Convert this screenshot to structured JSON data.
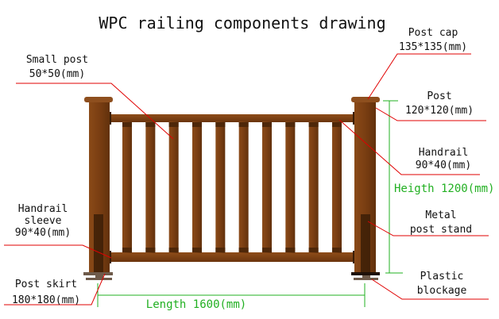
{
  "title": "WPC railing components drawing",
  "labels": {
    "post_cap": [
      "Post cap",
      "135*135(mm)"
    ],
    "small_post": [
      "Small post",
      "50*50(mm)"
    ],
    "post": [
      "Post",
      "120*120(mm)"
    ],
    "handrail": [
      "Handrail",
      "90*40(mm)"
    ],
    "metal_post_stand": [
      "Metal",
      "post stand"
    ],
    "plastic_blockage": [
      "Plastic",
      "blockage"
    ],
    "handrail_sleeve": [
      "Handrail",
      "sleeve",
      "90*40(mm)"
    ],
    "post_skirt": [
      "Post skirt",
      "180*180(mm)"
    ]
  },
  "dimensions": {
    "height": "Heigth 1200(mm)",
    "length": "Length 1600(mm)"
  },
  "colors": {
    "wood": "#7a3e12",
    "wood_dark": "#4e2709",
    "leader": "#e00000",
    "dimension": "#22b022"
  },
  "baluster_count": 10
}
